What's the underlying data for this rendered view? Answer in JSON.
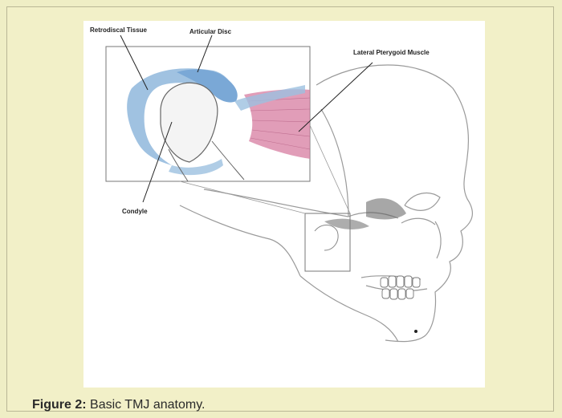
{
  "figure": {
    "labels": {
      "retrodiscal": "Retrodiscal Tissue",
      "articular_disc": "Articular Disc",
      "lateral_pterygoid": "Lateral Pterygoid Muscle",
      "condyle": "Condyle"
    }
  },
  "caption": {
    "label": "Figure 2:",
    "text": "Basic TMJ anatomy."
  },
  "colors": {
    "disc_blue": "#8fb7dc",
    "muscle_pink": "#d77ca0",
    "page_bg": "#efeec5"
  }
}
